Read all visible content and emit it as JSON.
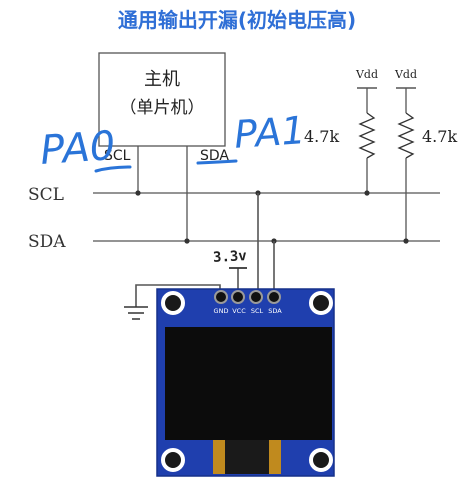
{
  "title": "通用输出开漏(初始电压高)",
  "host": {
    "line1": "主机",
    "line2": "（单片机）",
    "scl_pin": "SCL",
    "sda_pin": "SDA"
  },
  "handwritten": {
    "left_label": "PA0",
    "right_label": "PA1",
    "supply_label": "3.3v"
  },
  "bus": {
    "scl_label": "SCL",
    "sda_label": "SDA"
  },
  "pullups": [
    {
      "supply": "Vdd",
      "resistance": "4.7k"
    },
    {
      "supply": "Vdd",
      "resistance": "4.7k"
    }
  ],
  "oled_module": {
    "pins": [
      "GND",
      "VCC",
      "SCL",
      "SDA"
    ]
  },
  "colors": {
    "title": "#2f6fd6",
    "wire": "#555555",
    "handwriting": "#2a74d8",
    "pcb": "#1f3fae",
    "pcb_edge": "#16308a",
    "screen": "#0c0c0c",
    "gold": "#c08a1e"
  }
}
